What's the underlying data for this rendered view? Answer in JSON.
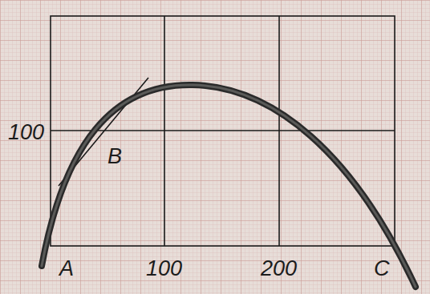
{
  "diagram": {
    "labels": [
      "100",
      "B",
      "A",
      "100",
      "200",
      "C"
    ]
  }
}
